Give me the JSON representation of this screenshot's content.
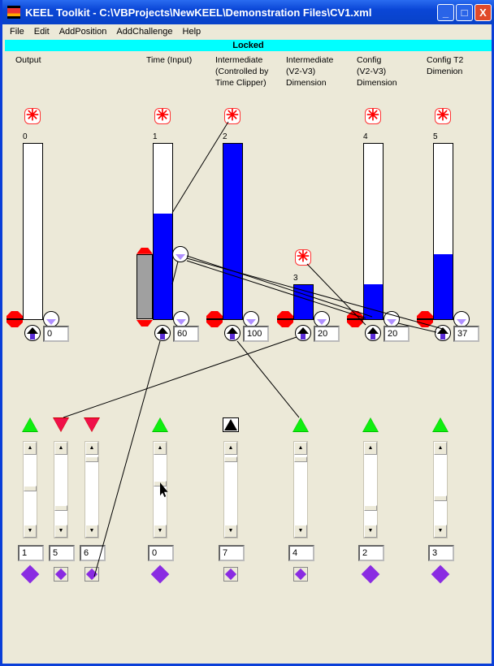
{
  "window": {
    "title": "KEEL Toolkit - C:\\VBProjects\\NewKEEL\\Demonstration Files\\CV1.xml",
    "controls": [
      "_",
      "□",
      "X"
    ]
  },
  "menu": [
    "File",
    "Edit",
    "AddPosition",
    "AddChallenge",
    "Help"
  ],
  "status": "Locked",
  "columns": [
    {
      "label": "Output"
    },
    {
      "label": "Time (Input)"
    },
    {
      "label": "Intermediate\n(Controlled by\nTime Clipper)"
    },
    {
      "label": "Intermediate\n(V2-V3)\nDimension"
    },
    {
      "label": "Config\n(V2-V3)\nDimension"
    },
    {
      "label": "Config T2\nDimenion"
    }
  ],
  "bars": [
    {
      "id": "0",
      "value": "0",
      "fill": 0
    },
    {
      "id": "1",
      "value": "60",
      "fill": 0.6,
      "clip_fill": 0.37
    },
    {
      "id": "2",
      "value": "100",
      "fill": 1.0
    },
    {
      "id": "3",
      "value": "20",
      "fill": 1.0
    },
    {
      "id": "4",
      "value": "20",
      "fill": 0.2
    },
    {
      "id": "5",
      "value": "37",
      "fill": 0.37
    }
  ],
  "sliders": [
    {
      "value": "1",
      "indicator": "up",
      "position": 0.48,
      "diamond": "solid"
    },
    {
      "value": "5",
      "indicator": "down",
      "position": 0.78,
      "diamond": "boxed"
    },
    {
      "value": "6",
      "indicator": "down",
      "position": 0.02,
      "diamond": "boxed"
    },
    {
      "value": "0",
      "indicator": "up",
      "position": 0.41,
      "diamond": "solid"
    },
    {
      "value": "7",
      "indicator": "black-up",
      "position": 0.02,
      "diamond": "boxed"
    },
    {
      "value": "4",
      "indicator": "up",
      "position": 0.02,
      "diamond": "boxed"
    },
    {
      "value": "2",
      "indicator": "up",
      "position": 0.79,
      "diamond": "solid"
    },
    {
      "value": "3",
      "indicator": "up",
      "position": 0.63,
      "diamond": "solid"
    }
  ],
  "colors": {
    "fill": "#0000ff",
    "status": "#00ffff",
    "titlebar": "#0a46d6"
  }
}
